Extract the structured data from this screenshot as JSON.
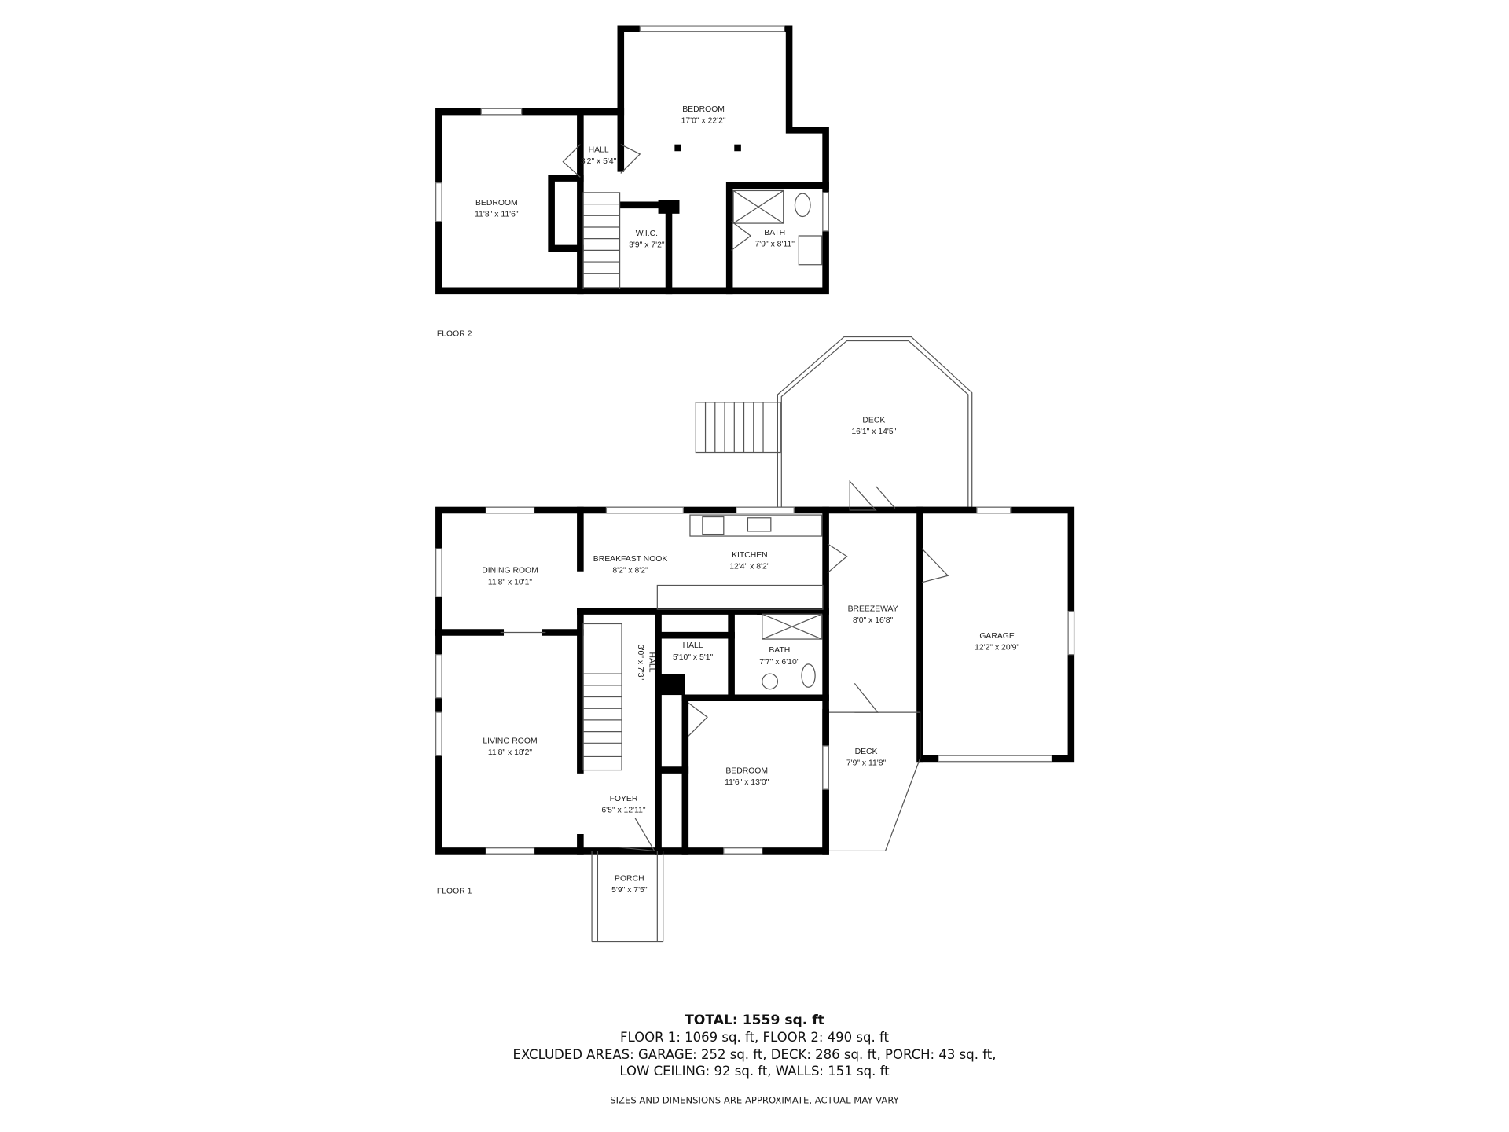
{
  "floor2": {
    "label": "FLOOR 2",
    "rooms": [
      {
        "name": "BEDROOM",
        "size": "17'0\" x 22'2\""
      },
      {
        "name": "HALL",
        "size": "3'2\" x 5'4\""
      },
      {
        "name": "BEDROOM",
        "size": "11'8\" x 11'6\""
      },
      {
        "name": "W.I.C.",
        "size": "3'9\" x 7'2\""
      },
      {
        "name": "BATH",
        "size": "7'9\" x 8'11\""
      }
    ]
  },
  "floor1": {
    "label": "FLOOR 1",
    "rooms": [
      {
        "name": "DECK",
        "size": "16'1\" x 14'5\""
      },
      {
        "name": "DINING ROOM",
        "size": "11'8\" x 10'1\""
      },
      {
        "name": "BREAKFAST NOOK",
        "size": "8'2\" x 8'2\""
      },
      {
        "name": "KITCHEN",
        "size": "12'4\" x 8'2\""
      },
      {
        "name": "BREEZEWAY",
        "size": "8'0\" x 16'8\""
      },
      {
        "name": "GARAGE",
        "size": "12'2\" x 20'9\""
      },
      {
        "name": "HALL",
        "size": "5'10\" x 5'1\""
      },
      {
        "name": "BATH",
        "size": "7'7\" x 6'10\""
      },
      {
        "name": "HALL",
        "size": "3'0\" x 7'3\""
      },
      {
        "name": "LIVING ROOM",
        "size": "11'8\" x 18'2\""
      },
      {
        "name": "DECK",
        "size": "7'9\" x 11'8\""
      },
      {
        "name": "BEDROOM",
        "size": "11'6\" x 13'0\""
      },
      {
        "name": "FOYER",
        "size": "6'5\" x 12'11\""
      },
      {
        "name": "PORCH",
        "size": "5'9\" x 7'5\""
      }
    ]
  },
  "summary": {
    "total": "TOTAL: 1559 sq. ft",
    "floors": "FLOOR 1: 1069 sq. ft, FLOOR 2: 490 sq. ft",
    "excluded": "EXCLUDED AREAS: GARAGE: 252 sq. ft, DECK: 286 sq. ft, PORCH: 43 sq. ft,",
    "excluded2": "LOW CEILING: 92 sq. ft, WALLS: 151 sq. ft",
    "disclaimer": "SIZES AND DIMENSIONS ARE APPROXIMATE, ACTUAL MAY VARY"
  }
}
